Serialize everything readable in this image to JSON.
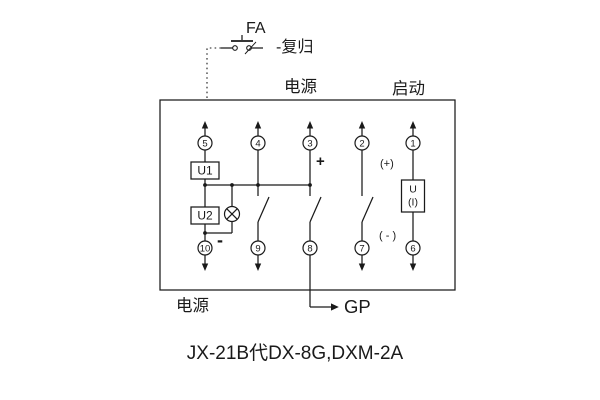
{
  "caption": "JX-21B代DX-8G,DXM-2A",
  "labels": {
    "fa": "FA",
    "reset": "-复归",
    "power_top": "电源",
    "start": "启动",
    "power_bottom": "电源",
    "gp": "GP",
    "plus": "+",
    "minus": "-",
    "plus_paren": "(+)",
    "minus_paren": "( - )",
    "u1": "U1",
    "u2": "U2",
    "ui_u": "U",
    "ui_i": "(I)"
  },
  "terminals": {
    "top": [
      "5",
      "4",
      "3",
      "2",
      "1"
    ],
    "bottom": [
      "10",
      "9",
      "8",
      "7",
      "6"
    ]
  },
  "icons": {
    "lamp": "indicator-lamp",
    "button": "reset-pushbutton"
  },
  "colors": {
    "line": "#1a1a1a",
    "background": "#ffffff"
  }
}
